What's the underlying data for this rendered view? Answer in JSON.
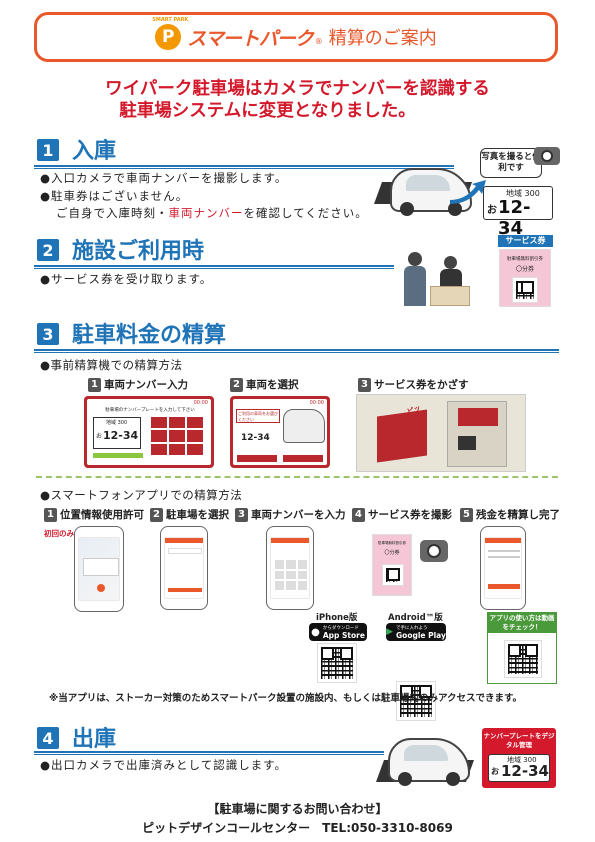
{
  "header": {
    "logo_badge": "P",
    "logo_small": "SMART PARK",
    "logo_text": "スマートパーク",
    "logo_mark": "®",
    "title": "精算のご案内"
  },
  "headline": {
    "line1": "ワイパーク駐車場はカメラでナンバーを認識する",
    "line2": "駐車場システムに変更となりました。"
  },
  "section1": {
    "num": "1",
    "title": "入庫",
    "bullet1": "●入口カメラで車両ナンバーを撮影します。",
    "bullet2": "●駐車券はございません。",
    "bullet3_pre": "ご自身で入庫時刻・",
    "bullet3_red": "車両ナンバー",
    "bullet3_post": "を確認してください。",
    "bubble": "写真を撮ると便利です",
    "plate_region": "地域 300",
    "plate_kana": "お",
    "plate_number": "12-34"
  },
  "section2": {
    "num": "2",
    "title": "施設ご利用時",
    "bullet1": "●サービス券を受け取ります。",
    "ticket_label": "サービス券",
    "ticket_line1": "駐車場無料割引券",
    "ticket_line2": "〇分券"
  },
  "section3": {
    "num": "3",
    "title": "駐車料金の精算",
    "sub1": "●事前精算機での精算方法",
    "machine_steps": [
      {
        "num": "1",
        "label": "車両ナンバー入力"
      },
      {
        "num": "2",
        "label": "車両を選択"
      },
      {
        "num": "3",
        "label": "サービス券をかざす"
      }
    ],
    "screen1_prompt": "駐車場のナンバープレートを入力して下さい",
    "screen1_region": "地域 300",
    "screen1_kana": "お",
    "screen1_number": "12-34",
    "screen2_prompt": "ご利用の車両をお選びください",
    "screen2_number": "12-34",
    "screen_time": "00:00",
    "beep": "ピッ",
    "sub2": "●スマートフォンアプリでの精算方法",
    "app_steps": [
      {
        "num": "1",
        "label": "位置情報使用許可"
      },
      {
        "num": "2",
        "label": "駐車場を選択"
      },
      {
        "num": "3",
        "label": "車両ナンバーを入力"
      },
      {
        "num": "4",
        "label": "サービス券を撮影"
      },
      {
        "num": "5",
        "label": "残金を精算し完了"
      }
    ],
    "first_time": "初回のみ",
    "ios_label": "iPhone版",
    "android_label": "Android™版",
    "appstore_small": "からダウンロード",
    "appstore_big": "App Store",
    "googleplay_small": "で手に入れよう",
    "googleplay_big": "Google Play",
    "video_label": "アプリの使い方は動画をチェック！",
    "note": "※当アプリは、ストーカー対策のためスマートパーク設置の施設内、もしくは駐車場内のみアクセスできます。"
  },
  "section4": {
    "num": "4",
    "title": "出庫",
    "bullet1": "●出口カメラで出庫済みとして認識します。",
    "sign": "ナンバープレートをデジタル管理",
    "plate_region": "地域 300",
    "plate_kana": "お",
    "plate_number": "12-34"
  },
  "footer": {
    "line1": "【駐車場に関するお問い合わせ】",
    "line2": "ピットデザインコールセンター　TEL:050-3310-8069"
  },
  "colors": {
    "accent_orange": "#e8582b",
    "headline_red": "#d3192b",
    "section_blue": "#1f73b7",
    "machine_red": "#b9282d"
  }
}
